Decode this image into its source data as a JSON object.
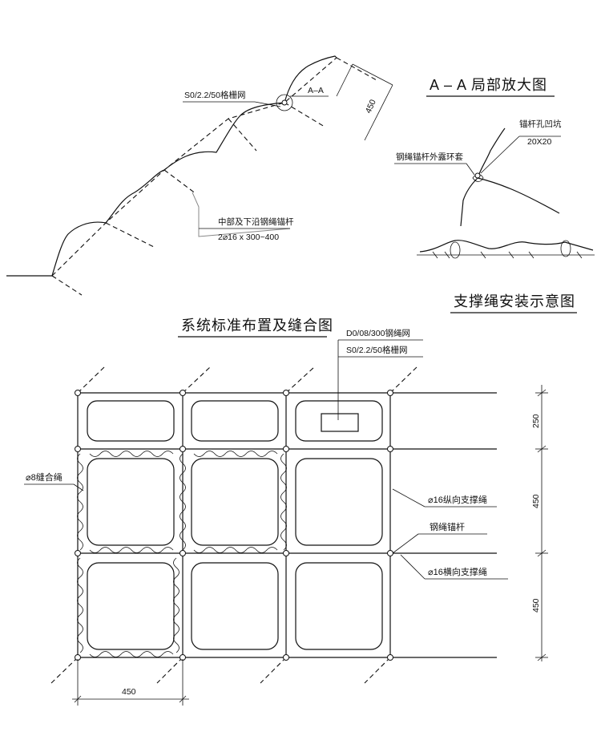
{
  "section": {
    "detail_title": "A – A  局部放大图",
    "support_title": "支撑绳安装示意图",
    "layout_title": "系统标准布置及缝合图"
  },
  "slope": {
    "section_mark": "A–A",
    "grid_net_label": "S0/2.2/50格栅网",
    "anchor_label": "中部及下沿钢绳锚杆",
    "anchor_spec": "2⌀16 x 300~400",
    "dim_label": "450"
  },
  "detail": {
    "pit_label": "锚杆孔凹坑",
    "pit_size": "20X20",
    "sleeve_label": "钢绳锚杆外露环套"
  },
  "layout": {
    "wire_net_label": "D0/08/300钢绳网",
    "grid_net_label": "S0/2.2/50格栅网",
    "seam_rope_label": "⌀8缝合绳",
    "vertical_rope_label": "⌀16纵向支撑绳",
    "anchor_label": "钢绳锚杆",
    "horizontal_rope_label": "⌀16横向支撑绳",
    "dim_top": "250",
    "dim_mid": "450",
    "dim_bottom": "450",
    "dim_width": "450"
  },
  "colors": {
    "line": "#111111",
    "leader": "#888888",
    "background": "#ffffff"
  }
}
